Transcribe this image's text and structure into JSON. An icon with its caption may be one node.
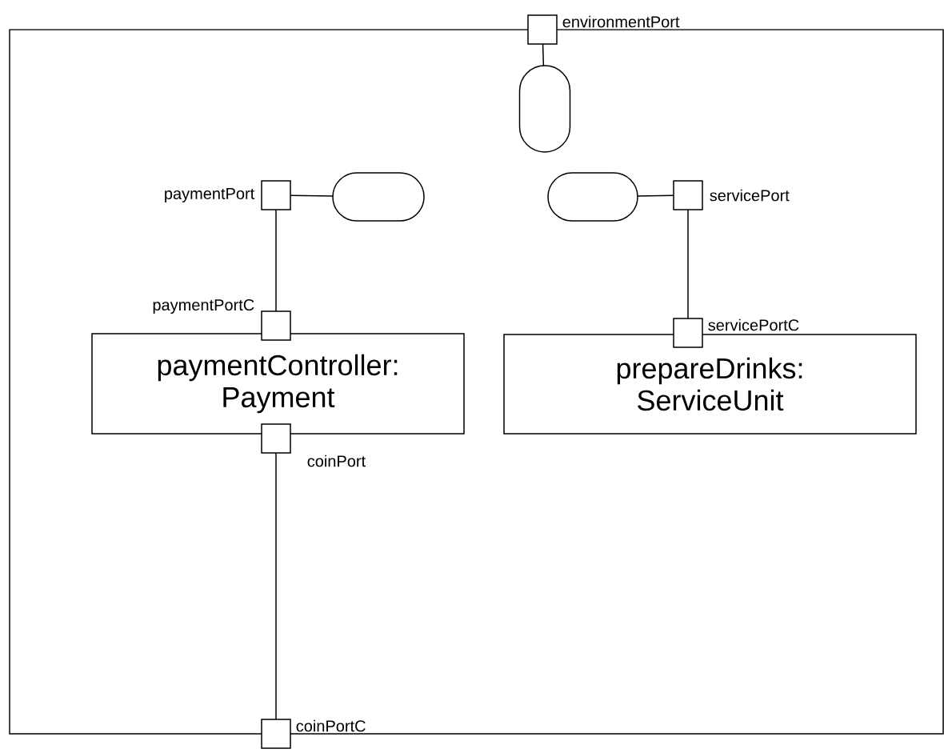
{
  "diagram": {
    "nodes": [
      {
        "text": [],
        "shape": "box"
      },
      {
        "text": [
          "environmentPort"
        ]
      },
      {
        "text": [],
        "shape": "capsule",
        "in": 0
      },
      {
        "text": [
          "paymentPort"
        ],
        "in": 0
      },
      {
        "text": [],
        "shape": "capsule",
        "in": 0
      },
      {
        "text": [],
        "shape": "capsule",
        "in": 0
      },
      {
        "text": [
          "servicePort"
        ],
        "in": 0
      },
      {
        "text": [
          "paymentController: Payment"
        ],
        "in": 0
      },
      {
        "text": [
          "paymentPortC"
        ],
        "in": 0
      },
      {
        "text": [
          "prepareDrinks: ServiceUnit"
        ],
        "in": 0
      },
      {
        "text": [
          "servicePortC"
        ],
        "in": 0
      },
      {
        "text": [
          "coinPort"
        ],
        "in": 0
      },
      {
        "text": [
          "coinPortC"
        ]
      }
    ],
    "edges": [
      {
        "from": 1,
        "to": 2,
        "arrow": "none"
      },
      {
        "from": 3,
        "to": 4,
        "arrow": "none"
      },
      {
        "from": 5,
        "to": 6,
        "arrow": "none"
      },
      {
        "from": 3,
        "to": 8,
        "arrow": "none"
      },
      {
        "from": 6,
        "to": 10,
        "arrow": "none"
      },
      {
        "from": 11,
        "to": 12,
        "arrow": "none"
      }
    ]
  }
}
